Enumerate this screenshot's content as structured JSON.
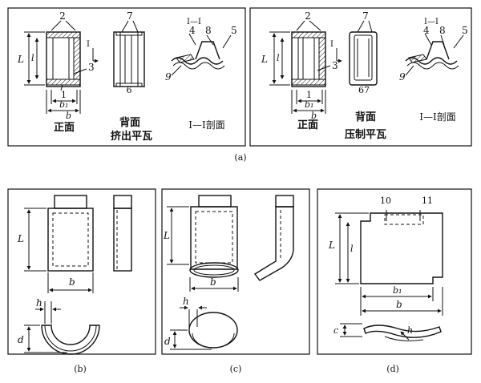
{
  "panel_a": {
    "left": {
      "front_caption": "正面",
      "back_caption": "背面",
      "section_caption": "Ⅰ—Ⅰ剖面",
      "subtitle": "挤出平瓦",
      "callouts": [
        "2",
        "7",
        "3",
        "6",
        "1",
        "4",
        "8",
        "5",
        "9"
      ],
      "dims": {
        "L": "L",
        "l": "l",
        "b": "b",
        "b1": "b₁",
        "section": "Ⅰ",
        "section_pair": "Ⅰ—Ⅰ"
      }
    },
    "right": {
      "front_caption": "正面",
      "back_caption": "背面",
      "section_caption": "Ⅰ—Ⅰ剖面",
      "subtitle": "压制平瓦",
      "callouts": [
        "2",
        "7",
        "3",
        "67",
        "1",
        "4",
        "8",
        "5",
        "9"
      ],
      "dims": {
        "L": "L",
        "l": "l",
        "b": "b",
        "b1": "b₁",
        "section": "Ⅰ",
        "section_pair": "Ⅰ—Ⅰ"
      }
    },
    "caption": "(a)"
  },
  "panel_b": {
    "caption": "(b)",
    "dims": {
      "L": "L",
      "b": "b",
      "h": "h",
      "d": "d"
    }
  },
  "panel_c": {
    "caption": "(c)",
    "dims": {
      "L": "L",
      "b": "b",
      "h": "h",
      "d": "d"
    }
  },
  "panel_d": {
    "caption": "(d)",
    "callouts": [
      "10",
      "11"
    ],
    "dims": {
      "L": "L",
      "l": "l",
      "b1": "b₁",
      "b": "b",
      "c": "c",
      "h": "h"
    }
  }
}
